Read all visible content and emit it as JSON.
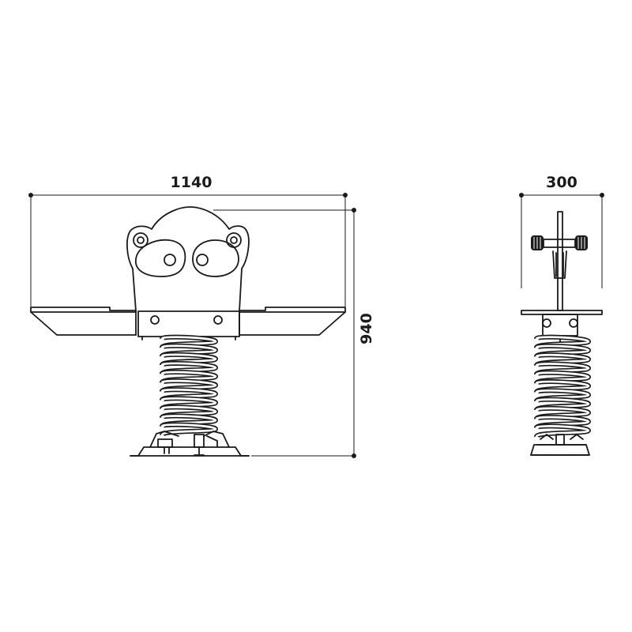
{
  "dimensions": {
    "width": "1140",
    "height": "940",
    "depth": "300"
  },
  "colors": {
    "line": "#1a1a1a",
    "background": "#ffffff"
  }
}
